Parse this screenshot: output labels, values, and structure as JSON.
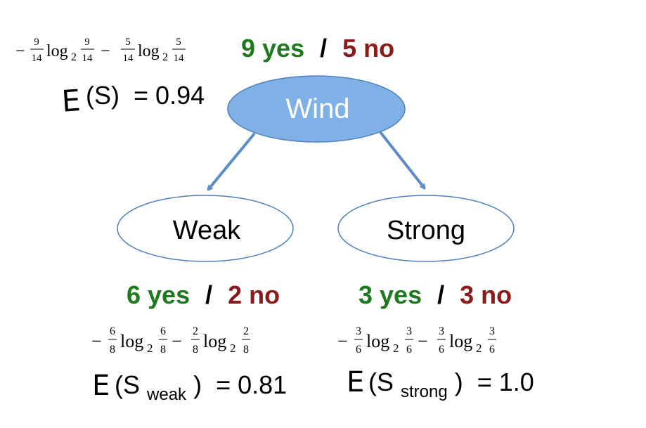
{
  "root": {
    "label": "Wind",
    "yes_text": "9 yes",
    "sep": "/",
    "no_text": "5 no",
    "formula": {
      "a_num": "9",
      "a_den": "14",
      "b_num": "5",
      "b_den": "14"
    },
    "entropy": {
      "letter": "E",
      "arg": "(S)",
      "value": "= 0.94"
    }
  },
  "children": [
    {
      "label": "Weak",
      "yes_text": "6 yes",
      "sep": "/",
      "no_text": "2 no",
      "formula": {
        "a_num": "6",
        "a_den": "8",
        "b_num": "2",
        "b_den": "8"
      },
      "entropy": {
        "letter": "E",
        "open": "(S",
        "sub": "weak",
        "close": ")",
        "value": "= 0.81"
      }
    },
    {
      "label": "Strong",
      "yes_text": "3 yes",
      "sep": "/",
      "no_text": "3 no",
      "formula": {
        "a_num": "3",
        "a_den": "6",
        "b_num": "3",
        "b_den": "6"
      },
      "entropy": {
        "letter": "E",
        "open": "(S",
        "sub": "strong",
        "close": ")",
        "value": "= 1.0"
      }
    }
  ],
  "math": {
    "minus": "−",
    "log": "log",
    "base": "2"
  },
  "colors": {
    "root_fill": "#7fb0e6",
    "root_stroke": "#4f81bd",
    "leaf_stroke": "#4f81bd",
    "edge": "#5b8cc8",
    "yes": "#1e7a1e",
    "no": "#8b1a1a",
    "text": "#000000"
  }
}
